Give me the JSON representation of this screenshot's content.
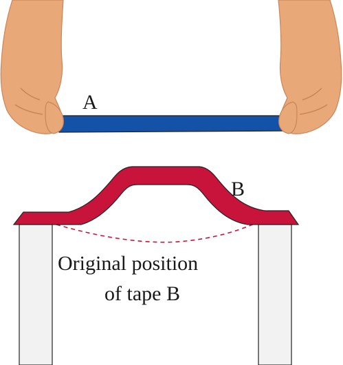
{
  "labels": {
    "tape_a": "A",
    "tape_b": "B",
    "caption_line1": "Original position",
    "caption_line2": "of tape B"
  },
  "colors": {
    "tape_a": "#1452a8",
    "tape_b": "#c8143a",
    "skin": "#e9a877",
    "skin_shade": "#c9855a",
    "support": "#f2f2f2",
    "outline": "#222222",
    "dashed_line": "#c8143a"
  },
  "icons": {
    "left_hand": "left-hand-icon",
    "right_hand": "right-hand-icon"
  }
}
